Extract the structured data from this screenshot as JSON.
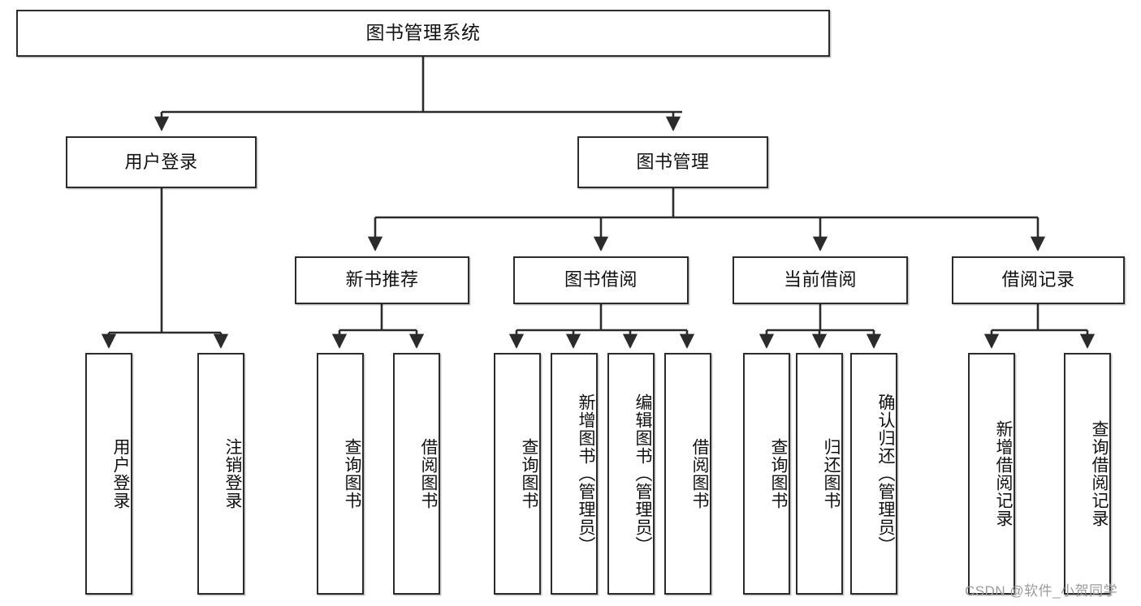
{
  "diagram": {
    "title": "图书管理系统",
    "type": "tree",
    "colors": {
      "box_border": "#2b2b2b",
      "box_fill": "#ffffff",
      "connector": "#2b2b2b",
      "background": "#ffffff",
      "watermark": "#9b9b9b"
    },
    "root": {
      "label": "图书管理系统"
    },
    "level2": [
      {
        "label": "用户登录"
      },
      {
        "label": "图书管理"
      }
    ],
    "level3": [
      {
        "label": "新书推荐"
      },
      {
        "label": "图书借阅"
      },
      {
        "label": "当前借阅"
      },
      {
        "label": "借阅记录"
      }
    ],
    "leaves": {
      "user_login": [
        {
          "label": "用户登录"
        },
        {
          "label": "注销登录"
        }
      ],
      "new_book_recommend": [
        {
          "label": "查询图书"
        },
        {
          "label": "借阅图书"
        }
      ],
      "book_borrow": [
        {
          "label": "查询图书"
        },
        {
          "label": "新增图书（管理员）"
        },
        {
          "label": "编辑图书（管理员）"
        },
        {
          "label": "借阅图书"
        }
      ],
      "current_borrow": [
        {
          "label": "查询图书"
        },
        {
          "label": "归还图书"
        },
        {
          "label": "确认归还（管理员）"
        }
      ],
      "borrow_record": [
        {
          "label": "新增借阅记录"
        },
        {
          "label": "查询借阅记录"
        }
      ]
    }
  },
  "watermark": {
    "text": "CSDN @软件_小贺同学"
  }
}
